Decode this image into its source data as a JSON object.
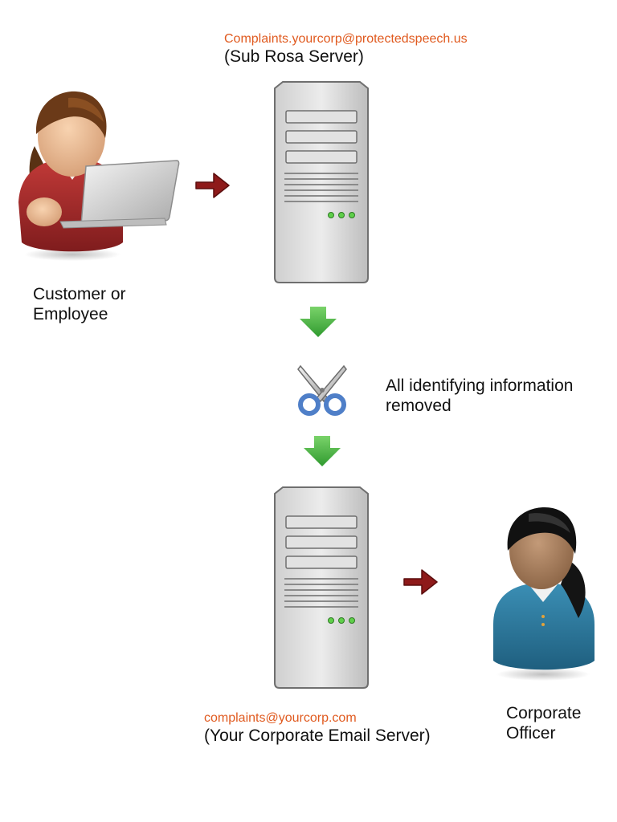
{
  "sub_rosa": {
    "email": "Complaints.yourcorp@protectedspeech.us",
    "label": "(Sub Rosa Server)"
  },
  "customer": {
    "line1": "Customer or",
    "line2": "Employee"
  },
  "redaction": {
    "line1": "All identifying information",
    "line2": "removed"
  },
  "corporate_server": {
    "email": "complaints@yourcorp.com",
    "label": "(Your Corporate Email Server)"
  },
  "officer": {
    "line1": "Corporate",
    "line2": "Officer"
  },
  "icons": {
    "customer": "person-with-laptop-icon",
    "server": "server-tower-icon",
    "arrow_right": "red-arrow-right-icon",
    "arrow_down": "green-arrow-down-icon",
    "scissors": "scissors-icon",
    "officer": "person-officer-icon"
  },
  "colors": {
    "email_text": "#e05a1f",
    "arrow_red": "#8e1a1a",
    "arrow_green": "#3cae3c",
    "server_gray": "#c8c8c8",
    "customer_shirt": "#a8292a",
    "officer_shirt": "#2e7ca0"
  }
}
